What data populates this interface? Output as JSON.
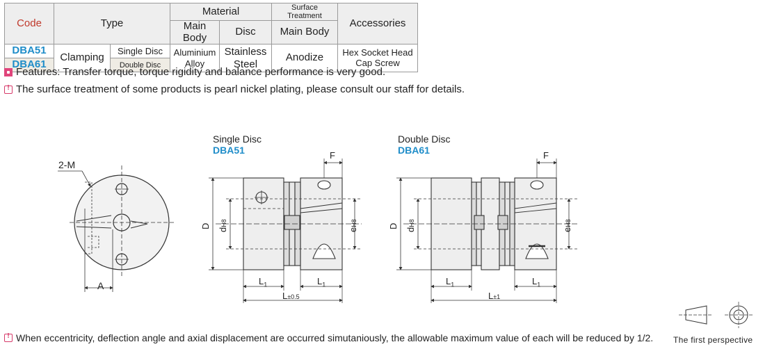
{
  "table": {
    "h_code": "Code",
    "h_type": "Type",
    "h_material": "Material",
    "h_surface": "Surface Treatment",
    "h_accessories": "Accessories",
    "h_main_body": "Main Body",
    "h_disc": "Disc",
    "h_surface_main_body": "Main Body",
    "code_1": "DBA51",
    "code_2": "DBA61",
    "type_clamping": "Clamping",
    "type_single": "Single Disc",
    "type_double": "Double Disc",
    "mat_main": "Aluminium Alloy",
    "mat_disc": "Stainless Steel",
    "surface": "Anodize",
    "accessories": "Hex Socket Head Cap Screw"
  },
  "notes": {
    "features": "Features: Transfer torque,  torque rigidity and balance performance is very good.",
    "surface": "The surface treatment of some products is pearl nickel plating, please consult our staff for details.",
    "bottom": "When eccentricity, deflection angle and axial displacement are occurred simutaniously, the allowable maximum value of each will be reduced by 1/2."
  },
  "drawing": {
    "label_2m": "2-M",
    "label_a": "A",
    "single_title": "Single Disc",
    "single_code": "DBA51",
    "double_title": "Double Disc",
    "double_code": "DBA61",
    "dim_f": "F",
    "dim_d_big": "D",
    "dim_d": "d",
    "dim_h8": "H8",
    "dim_e": "e",
    "dim_l1": "L",
    "sub_1": "1",
    "dim_l": "L",
    "tol_single": "±0.5",
    "tol_double": "±1",
    "perspective": "The first perspective"
  },
  "colors": {
    "code_blue": "#1f8dc9",
    "code_header_red": "#c0392b",
    "icon_pink": "#e0457b"
  }
}
